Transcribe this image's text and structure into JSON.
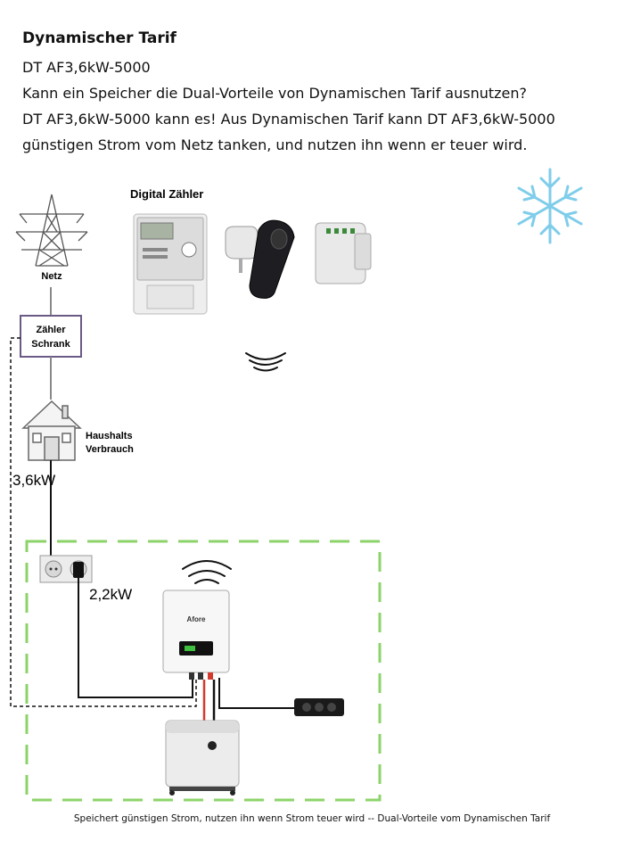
{
  "header": {
    "title": "Dynamischer Tarif",
    "model": "DT AF3,6kW-5000",
    "question": "Kann ein Speicher die Dual-Vorteile von Dynamischen Tarif ausnutzen?",
    "answer_line1": "DT AF3,6kW-5000 kann es! Aus Dynamischen Tarif kann DT AF3,6kW-5000",
    "answer_line2": "günstigen Strom vom Netz tanken, und nutzen ihn wenn er teuer wird."
  },
  "diagram": {
    "meter_label": "Digital Zähler",
    "grid_label": "Netz",
    "cabinet_line1": "Zähler",
    "cabinet_line2": "Schrank",
    "house_line1": "Haushalts",
    "house_line2": "Verbrauch",
    "house_power": "3,6kW",
    "socket_power": "2,2kW",
    "inverter_brand": "Afore"
  },
  "caption": "Speichert günstigen Strom, nutzen ihn wenn Strom teuer wird -- Dual-Vorteile vom Dynamischen Tarif",
  "colors": {
    "accent_green": "#8cd36a",
    "snowflake": "#7fcdea",
    "cable_red": "#d43a2f",
    "cabinet_border": "#6b5a86"
  }
}
